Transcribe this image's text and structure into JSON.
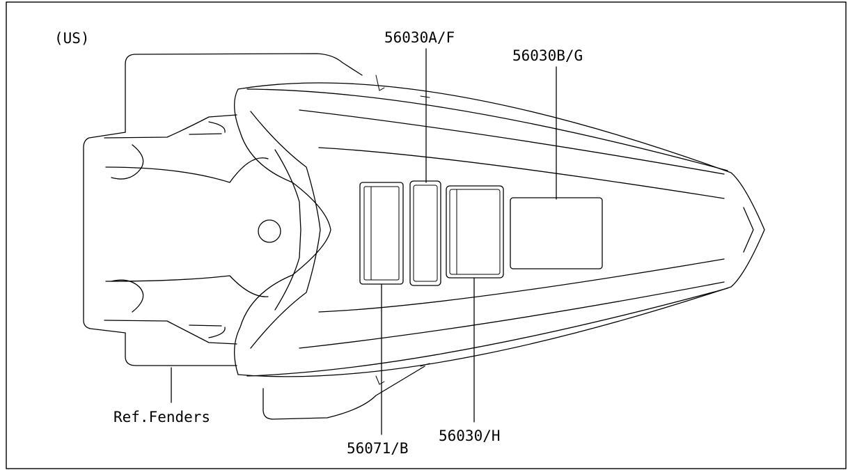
{
  "region_label": "(US)",
  "labels": {
    "label_a_f": "56030A/F",
    "label_b_g": "56030B/G",
    "label_ref": "Ref.Fenders",
    "label_71b": "56071/B",
    "label_h": "56030/H"
  },
  "colors": {
    "line": "#000000",
    "background": "#ffffff"
  }
}
